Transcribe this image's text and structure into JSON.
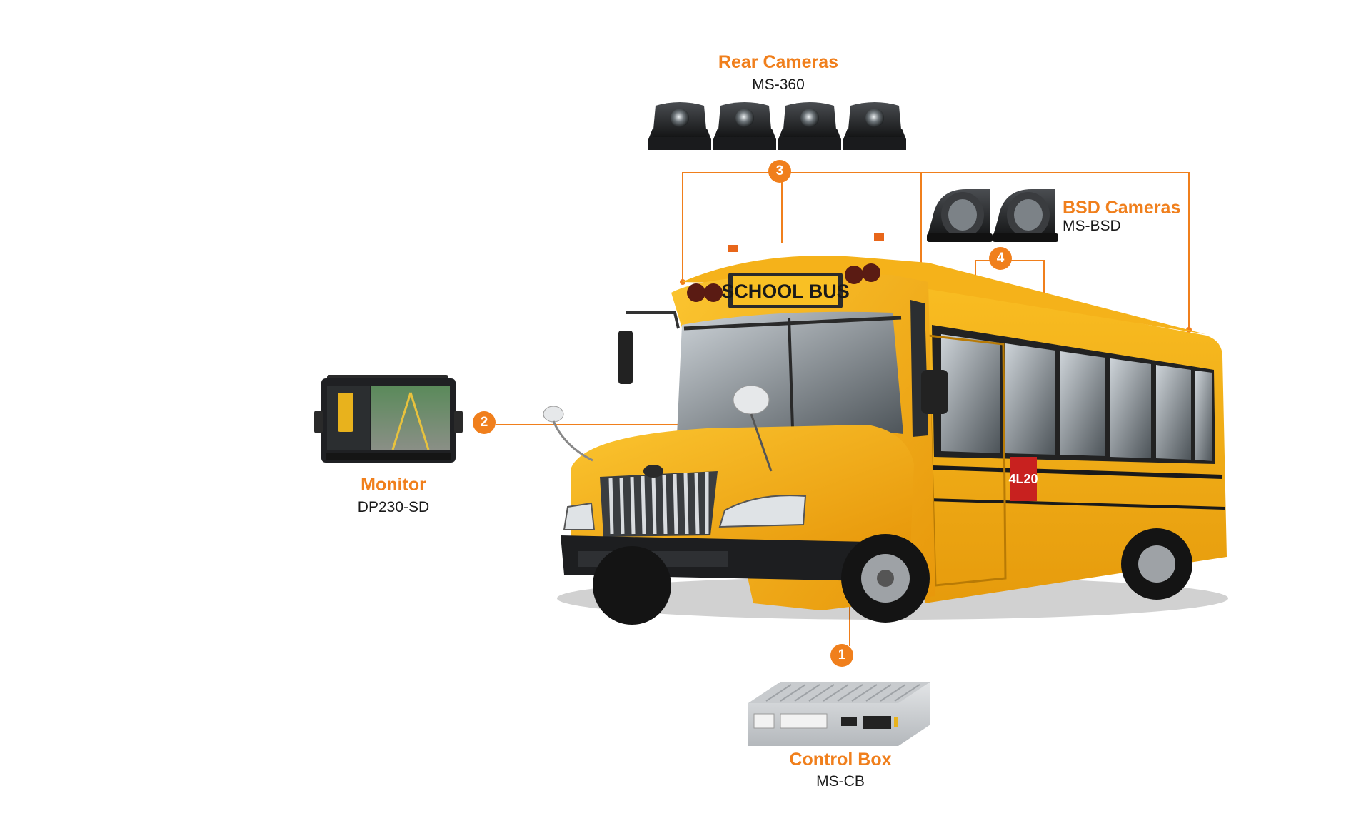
{
  "accent_color": "#f07f1c",
  "components": {
    "rear_cameras": {
      "title": "Rear Cameras",
      "model": "MS-360",
      "number": "3",
      "icon": "camera-icon"
    },
    "bsd_cameras": {
      "title": "BSD Cameras",
      "model": "MS-BSD",
      "number": "4",
      "icon": "side-camera-icon"
    },
    "monitor": {
      "title": "Monitor",
      "model": "DP230-SD",
      "number": "2",
      "icon": "monitor-icon"
    },
    "control_box": {
      "title": "Control Box",
      "model": "MS-CB",
      "number": "1",
      "icon": "control-box-icon"
    }
  },
  "bus": {
    "sign_text": "SCHOOL BUS",
    "side_label": "4L20"
  }
}
